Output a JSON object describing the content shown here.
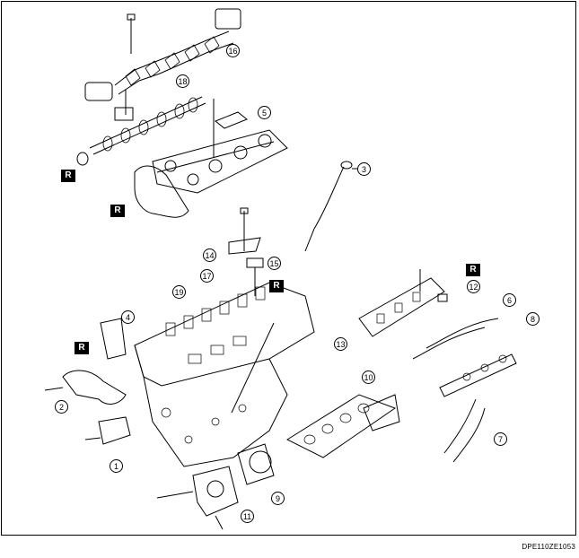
{
  "callouts": [
    "1",
    "2",
    "3",
    "4",
    "5",
    "6",
    "7",
    "8",
    "9",
    "10",
    "11",
    "12",
    "13",
    "14",
    "15",
    "16",
    "17",
    "18",
    "19"
  ],
  "badge_label": "R",
  "figure_code": "DPE110ZE1053"
}
